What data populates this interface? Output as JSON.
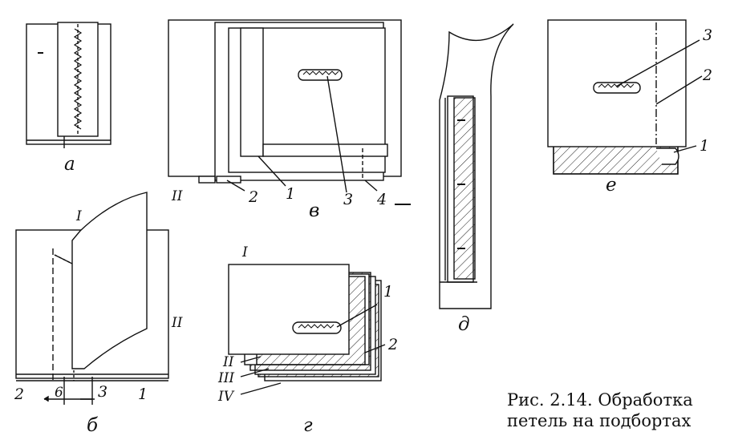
{
  "caption": {
    "line1": "Рис. 2.14. Обработка",
    "line2": "петель на подбортах"
  },
  "panels": {
    "a": {
      "letter": "а"
    },
    "b": {
      "letter": "б",
      "labels": {
        "part1": "I",
        "part2": "II",
        "n1": "1",
        "n2": "2",
        "n3": "3",
        "dim6": "6"
      }
    },
    "v": {
      "letter": "в",
      "labels": {
        "part2": "II",
        "n1": "1",
        "n2": "2",
        "n3": "3",
        "n4": "4"
      }
    },
    "g": {
      "letter": "г",
      "labels": {
        "part1": "I",
        "part2": "II",
        "part3": "III",
        "part4": "IV",
        "n1": "1",
        "n2": "2"
      }
    },
    "d": {
      "letter": "д"
    },
    "e": {
      "letter": "е",
      "labels": {
        "n1": "1",
        "n2": "2",
        "n3": "3"
      }
    }
  }
}
